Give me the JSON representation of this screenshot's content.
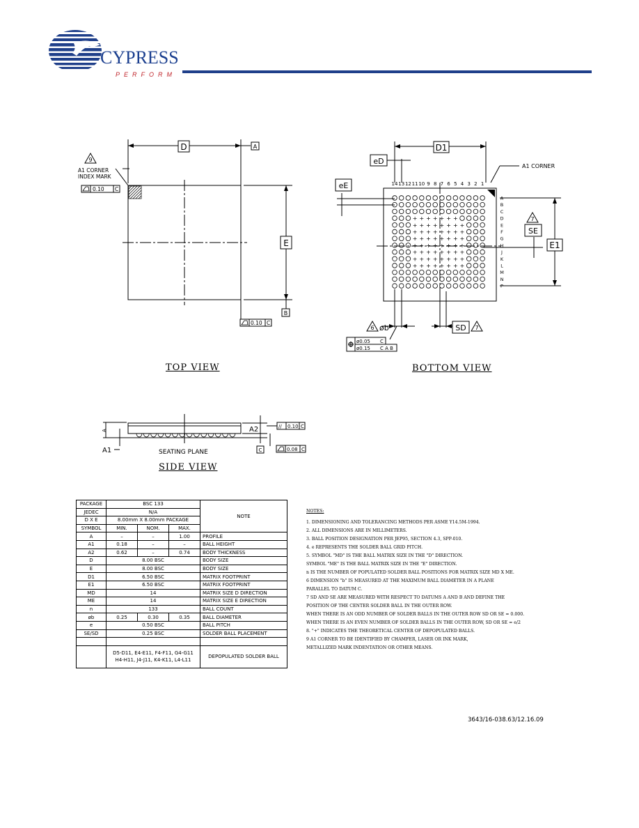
{
  "header": {
    "logo_word": "CYPRESS",
    "logo_tagline": "PERFORM",
    "colors": {
      "brand_blue": "#1f3f8a",
      "tagline_red": "#c0262c"
    }
  },
  "top_view": {
    "title": "TOP VIEW",
    "dim_d": "D",
    "dim_e": "E",
    "datum_a": "A",
    "datum_b": "B",
    "note_num": "9",
    "corner_label_1": "A1 CORNER",
    "corner_label_2": "INDEX MARK",
    "flat_tol": "0.10",
    "flat_datum": "C",
    "flat_tol_2": "0.10",
    "flat_datum_2": "C"
  },
  "bottom_view": {
    "title": "BOTTOM VIEW",
    "dim_d1": "D1",
    "dim_e1": "E1",
    "dim_ed": "eD",
    "dim_ee": "eE",
    "dim_se": "SE",
    "dim_sd": "SD",
    "dim_b": "øb",
    "note_7": "7",
    "note_6": "6",
    "corner_label": "A1 CORNER",
    "col_labels": [
      "14",
      "13",
      "12",
      "11",
      "10",
      "9",
      "8",
      "7",
      "6",
      "5",
      "4",
      "3",
      "2",
      "1"
    ],
    "row_labels": [
      "A",
      "B",
      "C",
      "D",
      "E",
      "F",
      "G",
      "H",
      "J",
      "K",
      "L",
      "M",
      "N",
      "P"
    ],
    "tol_1": "ø0.05",
    "tol_1_datum": "C",
    "tol_2": "ø0.15",
    "tol_2_datum": "C A B"
  },
  "side_view": {
    "title": "SIDE VIEW",
    "dim_a": "A",
    "dim_a1": "A1",
    "dim_a2": "A2",
    "seating_plane": "SEATING PLANE",
    "datum_c": "C",
    "par_tol": "0.10",
    "par_datum": "C",
    "flat_tol": "0.08",
    "flat_datum": "C"
  },
  "table": {
    "package_label": "PACKAGE",
    "package_value": "BSC 133",
    "jedec_label": "JEDEC",
    "jedec_value": "N/A",
    "dxe_label": "D X E",
    "dxe_value": "8.00mm X 8.00mm PACKAGE",
    "note_header": "NOTE",
    "col_symbol": "SYMBOL",
    "col_min": "MIN.",
    "col_nom": "NOM.",
    "col_max": "MAX.",
    "rows": [
      {
        "symbol": "A",
        "min": "–",
        "nom": "–",
        "max": "1.00",
        "note": "PROFILE"
      },
      {
        "symbol": "A1",
        "min": "0.18",
        "nom": "–",
        "max": "–",
        "note": "BALL HEIGHT"
      },
      {
        "symbol": "A2",
        "min": "0.62",
        "nom": "–",
        "max": "0.74",
        "note": "BODY THICKNESS"
      }
    ],
    "span_rows": [
      {
        "symbol": "D",
        "value": "8.00 BSC",
        "note": "BODY SIZE"
      },
      {
        "symbol": "E",
        "value": "8.00 BSC",
        "note": "BODY SIZE"
      },
      {
        "symbol": "D1",
        "value": "6.50 BSC",
        "note": "MATRIX FOOTPRINT"
      },
      {
        "symbol": "E1",
        "value": "6.50 BSC",
        "note": "MATRIX FOOTPRINT"
      },
      {
        "symbol": "MD",
        "value": "14",
        "note": "MATRIX SIZE D DIRECTION"
      },
      {
        "symbol": "ME",
        "value": "14",
        "note": "MATRIX SIZE E DIRECTION"
      },
      {
        "symbol": "n",
        "value": "133",
        "note": "BALL COUNT"
      }
    ],
    "ball_row": {
      "symbol": "øb",
      "min": "0.25",
      "nom": "0.30",
      "max": "0.35",
      "note": "BALL DIAMETER"
    },
    "pitch_row": {
      "symbol": "e",
      "value": "0.50 BSC",
      "note": "BALL PITCH"
    },
    "place_row": {
      "symbol": "SE/SD",
      "value": "0.25 BSC",
      "note": "SOLDER BALL PLACEMENT"
    },
    "depop_line_1": "D5-D11, E4-E11, F4-F11, G4-G11",
    "depop_line_2": "H4-H11, J4-J11, K4-K11, L4-L11",
    "depop_note": "DEPOPULATED SOLDER BALL"
  },
  "notes": {
    "heading": "NOTES:",
    "items": [
      "1.  DIMENSIONING AND TOLERANCING METHODS PER ASME Y14.5M-1994.",
      "2.  ALL DIMENSIONS ARE IN MILLIMETERS.",
      "3.  BALL POSITION DESIGNATION PER JEP95, SECTION 4.3, SPP-010.",
      "4.  e REPRESENTS THE SOLDER BALL GRID PITCH.",
      "5.  SYMBOL \"MD\" IS THE BALL MATRIX SIZE IN THE \"D\" DIRECTION.",
      "     SYMBOL \"ME\" IS THE BALL MATRIX SIZE IN THE \"E\" DIRECTION.",
      "     n IS THE NUMBER OF POPULATED SOLDER BALL POSITIONS FOR MATRIX SIZE MD X ME.",
      "6   DIMENSION \"b\" IS MEASURED AT THE MAXIMUM BALL DIAMETER IN A PLANE",
      "     PARALLEL TO DATUM C.",
      "7   SD AND SE ARE MEASURED WITH RESPECT TO DATUMS A AND B AND DEFINE THE",
      "     POSITION OF THE CENTER SOLDER BALL IN THE OUTER ROW.",
      "     WHEN THERE IS AN ODD NUMBER OF SOLDER BALLS IN THE OUTER ROW SD OR SE = 0.000.",
      "     WHEN THERE IS AN EVEN NUMBER OF SOLDER BALLS IN THE OUTER ROW, SD OR SE = e/2",
      "8.  \"+\" INDICATES THE THEORETICAL CENTER OF DEPOPULATED BALLS.",
      "9   A1 CORNER TO BE IDENTIFIED BY CHAMFER, LASER OR INK MARK,",
      "     METALLIZED MARK INDENTATION OR OTHER MEANS."
    ]
  },
  "doc_number": "3643/16-038.63/12.16.09"
}
